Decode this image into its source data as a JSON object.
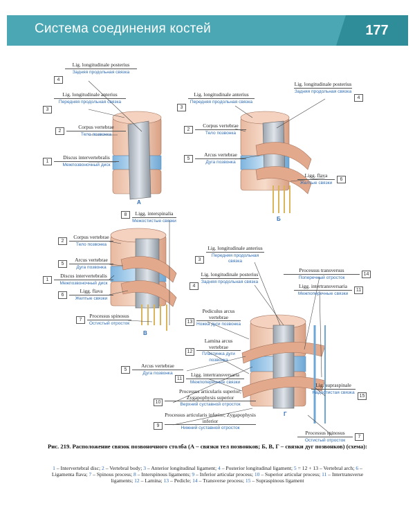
{
  "header": {
    "title": "Система соединения костей",
    "page": "177"
  },
  "panels": {
    "a": "А",
    "b": "Б",
    "v": "В",
    "g": "Г"
  },
  "labels": {
    "a": [
      {
        "n": "4",
        "lat": "Lig. longitudinale posterius",
        "rus": "Задняя продольная связка"
      },
      {
        "n": "3",
        "lat": "Lig. longitudinale anterius",
        "rus": "Передняя продольная связка"
      },
      {
        "n": "2",
        "lat": "Corpus vertebrae",
        "rus": "Тело позвонка"
      },
      {
        "n": "1",
        "lat": "Discus intervertebralis",
        "rus": "Межпозвоночный диск"
      }
    ],
    "b": [
      {
        "n": "3",
        "lat": "Lig. longitudinale anterius",
        "rus": "Передняя продольная связка"
      },
      {
        "n": "4",
        "lat": "Lig. longitudinale posterius",
        "rus": "Задняя продольная связка"
      },
      {
        "n": "2",
        "lat": "Corpus vertebrae",
        "rus": "Тело позвонка"
      },
      {
        "n": "5",
        "lat": "Arcus vertebrae",
        "rus": "Дуга позвонка"
      },
      {
        "n": "6",
        "lat": "Ligg. flava",
        "rus": "Желтые связки"
      }
    ],
    "v": [
      {
        "n": "8",
        "lat": "Ligg. interspinalia",
        "rus": "Межостистые связки"
      },
      {
        "n": "2",
        "lat": "Corpus vertebrae",
        "rus": "Тело позвонка"
      },
      {
        "n": "5",
        "lat": "Arcus vertebrae",
        "rus": "Дуга позвонка"
      },
      {
        "n": "1",
        "lat": "Discus intervertebralis",
        "rus": "Межпозвоночный диск"
      },
      {
        "n": "6",
        "lat": "Ligg. flava",
        "rus": "Желтые связки"
      },
      {
        "n": "7",
        "lat": "Processus spinosus",
        "rus": "Остистый отросток"
      }
    ],
    "g": [
      {
        "n": "3",
        "lat": "Lig. longitudinale anterius",
        "rus": "Передняя продольная связка"
      },
      {
        "n": "4",
        "lat": "Lig. longitudinale posterius",
        "rus": "Задняя продольная связка"
      },
      {
        "n": "14",
        "lat": "Processus transversus",
        "rus": "Поперечный отросток"
      },
      {
        "n": "11",
        "lat": "Ligg. intertransversaria",
        "rus": "Межпоперечные связки"
      },
      {
        "n": "13",
        "lat": "Pediculus arcus vertebrae",
        "rus": "Ножка дуги позвонка"
      },
      {
        "n": "12",
        "lat": "Lamina arcus vertebrae",
        "rus": "Пластинка дуги позвонка"
      },
      {
        "n": "5",
        "lat": "Arcus vertebrae",
        "rus": "Дуга позвонка"
      },
      {
        "n": "11",
        "lat": "Ligg. intertransversaria",
        "rus": "Межпоперечные связки"
      },
      {
        "n": "15",
        "lat": "Lig. supraspinale",
        "rus": "Надостистая связка"
      },
      {
        "n": "10",
        "lat": "Processus articularis superior; Zygapophysis superior",
        "rus": "Верхний суставной отросток"
      },
      {
        "n": "9",
        "lat": "Processus articularis inferior; Zygapophysis inferior",
        "rus": "Нижний суставной отросток"
      },
      {
        "n": "7",
        "lat": "Processus spinosus",
        "rus": "Остистый отросток"
      }
    ]
  },
  "caption": "Рис. 219. Расположение связок позвоночного столба (А – связки тел позвонков; Б, В, Г – связки дуг позвонков) (схема):",
  "legend": [
    {
      "n": "1",
      "t": "Intervertebral disc;"
    },
    {
      "n": "2",
      "t": "Vertebral body;"
    },
    {
      "n": "3",
      "t": "Anterior longitudinal ligament;"
    },
    {
      "n": "4",
      "t": "Posterior longitudinal ligament;"
    },
    {
      "n": "5",
      "t": "= 12 + 13 – Vertebral arch;"
    },
    {
      "n": "6",
      "t": "Ligamenta flava;"
    },
    {
      "n": "7",
      "t": "Spinous process;"
    },
    {
      "n": "8",
      "t": "Interspinous ligaments;"
    },
    {
      "n": "9",
      "t": "Inferior articular process;"
    },
    {
      "n": "10",
      "t": "Superior articular process;"
    },
    {
      "n": "11",
      "t": "Intertransverse ligaments;"
    },
    {
      "n": "12",
      "t": "Lamina;"
    },
    {
      "n": "13",
      "t": "Pedicle;"
    },
    {
      "n": "14",
      "t": "Transverse process;"
    },
    {
      "n": "15",
      "t": "Supraspinous ligament"
    }
  ]
}
